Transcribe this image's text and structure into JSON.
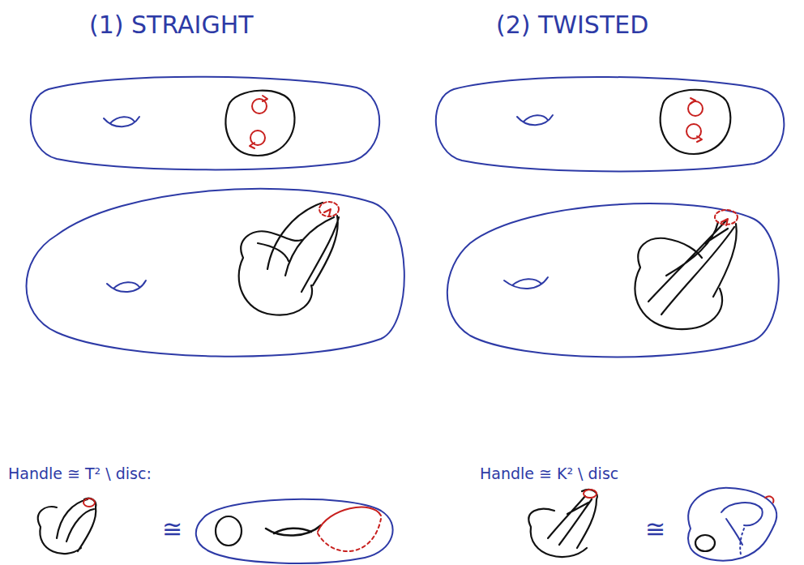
{
  "diagram": {
    "labels": [
      "(1) STRAIGHT",
      "(2) TWISTED",
      "Handle ≅ T² \\ disc:",
      "Handle ≅ K² \\ disc",
      "≅",
      "≅"
    ]
  }
}
